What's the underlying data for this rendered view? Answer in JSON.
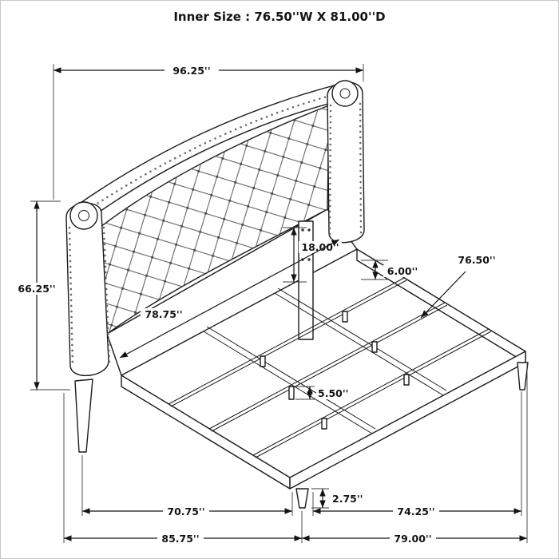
{
  "title": "Inner Size : 76.50''W X 81.00''D",
  "dims": {
    "headboard_width": "96.25''",
    "headboard_height": "66.25''",
    "headboard_lower_panel_height": "18.00''",
    "headboard_inner_width": "78.75''",
    "rail_bracket_height": "6.00''",
    "slat_length": "76.50''",
    "support_leg_height": "5.50''",
    "foot_leg_height": "2.75''",
    "frame_front_left_width": "70.75''",
    "frame_front_right_depth": "74.25''",
    "overall_width": "85.75''",
    "overall_depth": "79.00''"
  }
}
